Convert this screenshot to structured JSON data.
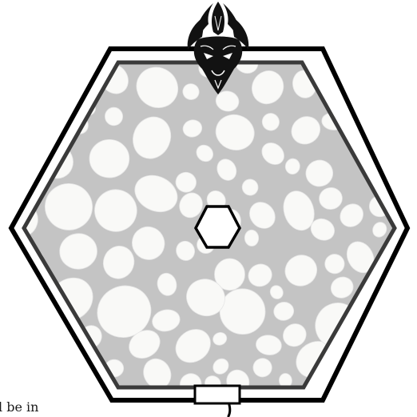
{
  "board": {
    "caption_fragment": "l be in",
    "emblem": "dragon-head-icon",
    "center_marker": "hexagon",
    "bottom_slot": "entrance-gate",
    "colors": {
      "frame": "#000000",
      "floor": "#c4c4c4",
      "stone": "#f9f9f7",
      "background": "#ffffff"
    }
  }
}
